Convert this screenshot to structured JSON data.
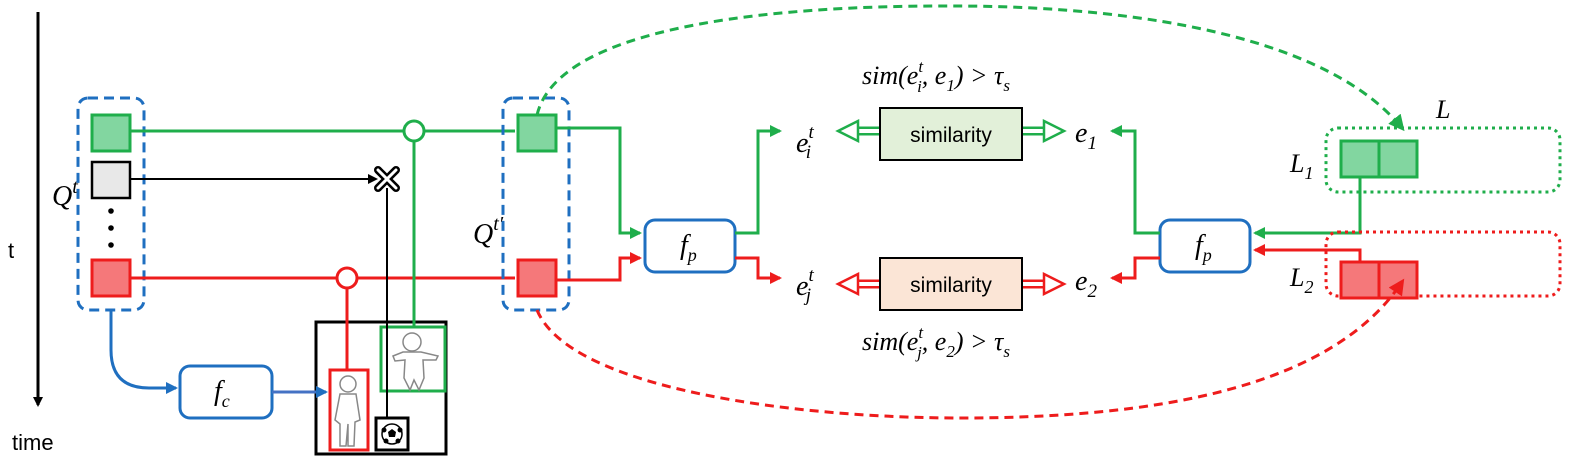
{
  "axis": {
    "short_label": "t",
    "long_label": "time"
  },
  "queue": {
    "symbol": "Q",
    "sup": "t"
  },
  "queue_updated": {
    "symbol": "Q",
    "sup": "t′"
  },
  "functions": {
    "fc_main": "f",
    "fc_sub": "c",
    "fp_main": "f",
    "fp_sub": "p"
  },
  "similarity": {
    "box_label": "similarity",
    "cond_top": {
      "pre": "sim(e",
      "sub": "i",
      "sup": "t",
      "post": ", e",
      "sub2": "1",
      "end": ") > τ",
      "tau_sub": "s"
    },
    "cond_bottom": {
      "pre": "sim(e",
      "sub": "j",
      "sup": "t",
      "post": ", e",
      "sub2": "2",
      "end": ") > τ",
      "tau_sub": "s"
    }
  },
  "embeddings": {
    "ei": {
      "main": "e",
      "sub": "i",
      "sup": "t"
    },
    "ej": {
      "main": "e",
      "sub": "j",
      "sup": "t"
    },
    "e1": {
      "main": "e",
      "sub": "1"
    },
    "e2": {
      "main": "e",
      "sub": "2"
    }
  },
  "memory": {
    "group": "L",
    "l1": {
      "main": "L",
      "sub": "1"
    },
    "l2": {
      "main": "L",
      "sub": "2"
    }
  },
  "colors": {
    "green": "#1fae4b",
    "green_fill": "#82d6a0",
    "red": "#ee1c1c",
    "red_fill": "#f5787a",
    "blue": "#1f6fc0",
    "gray_fill": "#e8e8e8",
    "sim_green_fill": "#e2f0d9",
    "sim_red_fill": "#fbe5d6"
  }
}
